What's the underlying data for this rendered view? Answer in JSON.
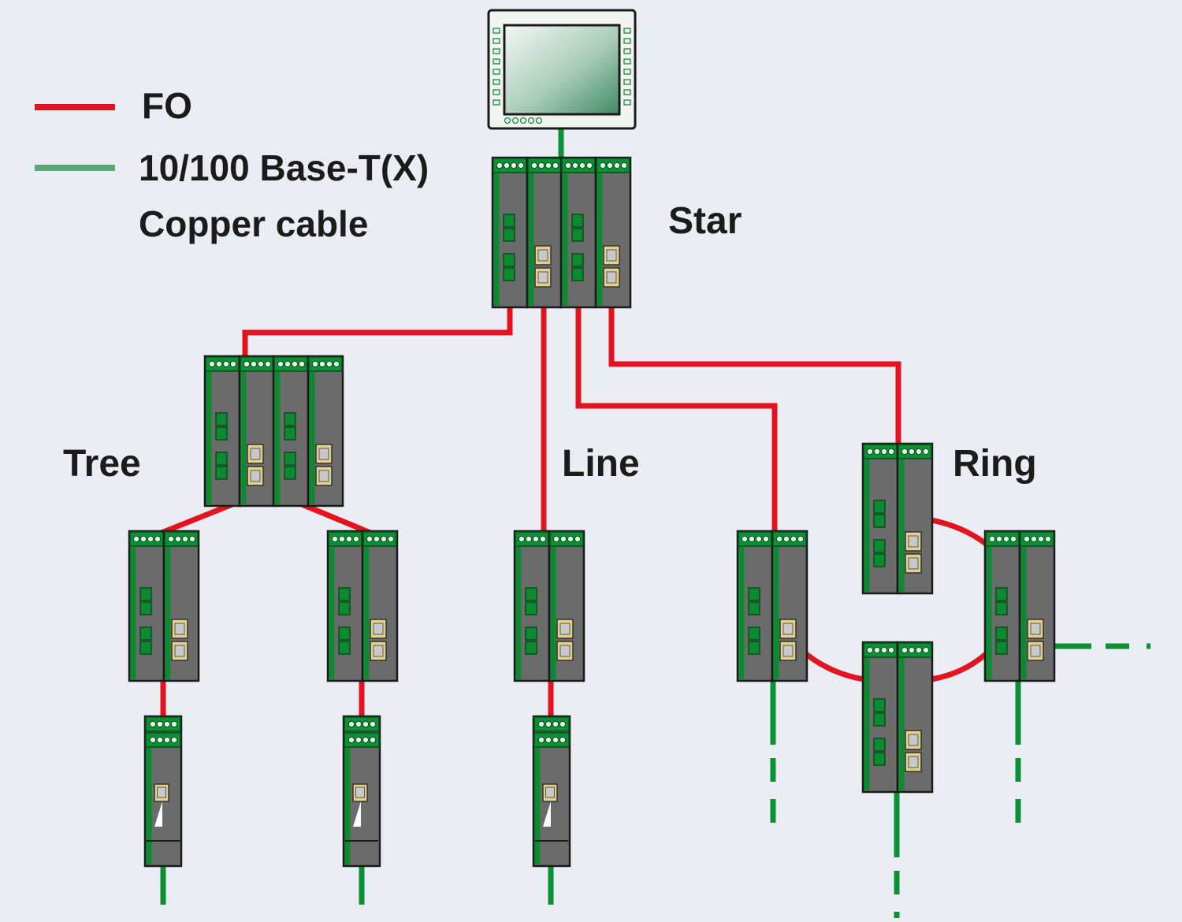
{
  "legend": {
    "fo_label": "FO",
    "copper_label_line1": "10/100 Base-T(X)",
    "copper_label_line2": "Copper cable",
    "fo_color": "#e3141f",
    "copper_color": "#0a9134"
  },
  "topologies": {
    "star": "Star",
    "tree": "Tree",
    "line": "Line",
    "ring": "Ring"
  },
  "icons": [
    "hmi-panel-icon",
    "switch-module-icon",
    "media-converter-icon"
  ]
}
